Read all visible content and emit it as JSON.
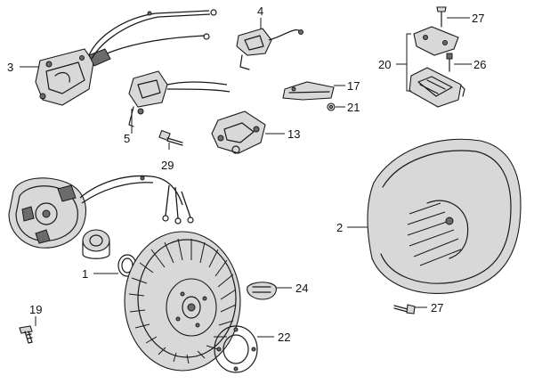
{
  "callouts": {
    "c1": "1",
    "c2": "2",
    "c3": "3",
    "c4": "4",
    "c5": "5",
    "c13": "13",
    "c17": "17",
    "c19": "19",
    "c20": "20",
    "c21": "21",
    "c22": "22",
    "c24": "24",
    "c26": "26",
    "c27a": "27",
    "c27b": "27",
    "c29": "29"
  }
}
